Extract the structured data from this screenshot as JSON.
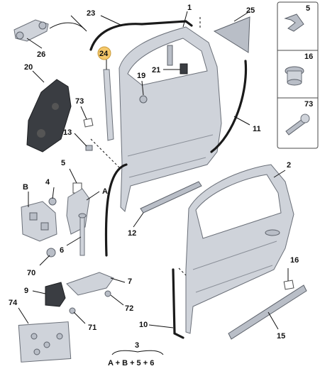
{
  "callouts": [
    {
      "id": "c1",
      "text": "1"
    },
    {
      "id": "c2",
      "text": "2"
    },
    {
      "id": "c3",
      "text": "3"
    },
    {
      "id": "c4",
      "text": "4"
    },
    {
      "id": "c5",
      "text": "5"
    },
    {
      "id": "c6",
      "text": "6"
    },
    {
      "id": "c7",
      "text": "7"
    },
    {
      "id": "c9",
      "text": "9"
    },
    {
      "id": "c10",
      "text": "10"
    },
    {
      "id": "c11",
      "text": "11"
    },
    {
      "id": "c12",
      "text": "12"
    },
    {
      "id": "c13",
      "text": "13"
    },
    {
      "id": "c15",
      "text": "15"
    },
    {
      "id": "c16",
      "text": "16"
    },
    {
      "id": "c19",
      "text": "19"
    },
    {
      "id": "c20",
      "text": "20"
    },
    {
      "id": "c21",
      "text": "21"
    },
    {
      "id": "c23",
      "text": "23"
    },
    {
      "id": "c24",
      "text": "24"
    },
    {
      "id": "c25",
      "text": "25"
    },
    {
      "id": "c26",
      "text": "26"
    },
    {
      "id": "c70",
      "text": "70"
    },
    {
      "id": "c71",
      "text": "71"
    },
    {
      "id": "c72",
      "text": "72"
    },
    {
      "id": "c73",
      "text": "73"
    },
    {
      "id": "c74",
      "text": "74"
    },
    {
      "id": "cA",
      "text": "A"
    },
    {
      "id": "cB",
      "text": "B"
    }
  ],
  "legend_panel": {
    "items": [
      {
        "id": "l5",
        "text": "5"
      },
      {
        "id": "l16",
        "text": "16"
      },
      {
        "id": "l73",
        "text": "73"
      }
    ]
  },
  "formula": {
    "text": "A + B + 5 + 6"
  },
  "colors": {
    "highlight": "#f5c86a",
    "panel": "#cfd3da",
    "outline": "#111111"
  }
}
